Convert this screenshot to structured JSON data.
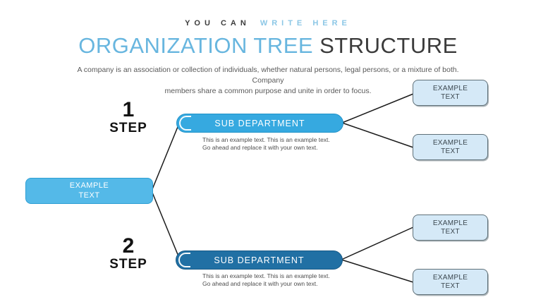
{
  "header": {
    "kicker_prefix": "YOU CAN",
    "kicker_highlight": "WRITE HERE",
    "title_highlight": "ORGANIZATION TREE",
    "title_rest": "STRUCTURE",
    "description_line1": "A company is an association or collection of individuals, whether natural persons, legal persons, or a mixture of both. Company",
    "description_line2": "members share a common purpose and unite in order to focus."
  },
  "steps": [
    {
      "number": "1",
      "label": "STEP"
    },
    {
      "number": "2",
      "label": "STEP"
    }
  ],
  "root_node": {
    "label_line1": "EXAMPLE",
    "label_line2": "TEXT"
  },
  "branches": [
    {
      "title": "SUB DEPARTMENT",
      "description_line1": "This is an example text. This is an example text.",
      "description_line2": "Go ahead and replace it with your own text.",
      "color": "#36a9e0",
      "children": [
        {
          "label_line1": "EXAMPLE",
          "label_line2": "TEXT"
        },
        {
          "label_line1": "EXAMPLE",
          "label_line2": "TEXT"
        }
      ]
    },
    {
      "title": "SUB DEPARTMENT",
      "description_line1": "This is an example text. This is an example text.",
      "description_line2": "Go ahead and replace it with your own text.",
      "color": "#2170a4",
      "children": [
        {
          "label_line1": "EXAMPLE",
          "label_line2": "TEXT"
        },
        {
          "label_line1": "EXAMPLE",
          "label_line2": "TEXT"
        }
      ]
    }
  ],
  "colors": {
    "title_accent": "#68b6df",
    "kicker_accent": "#8cc7e6",
    "root_node_fill": "#54b9e8",
    "branch1_fill": "#36a9e0",
    "branch2_fill": "#2170a4",
    "leaf_fill": "#d5e9f7",
    "text_dark": "#3b3b3b",
    "connector": "#1b1b1b"
  }
}
